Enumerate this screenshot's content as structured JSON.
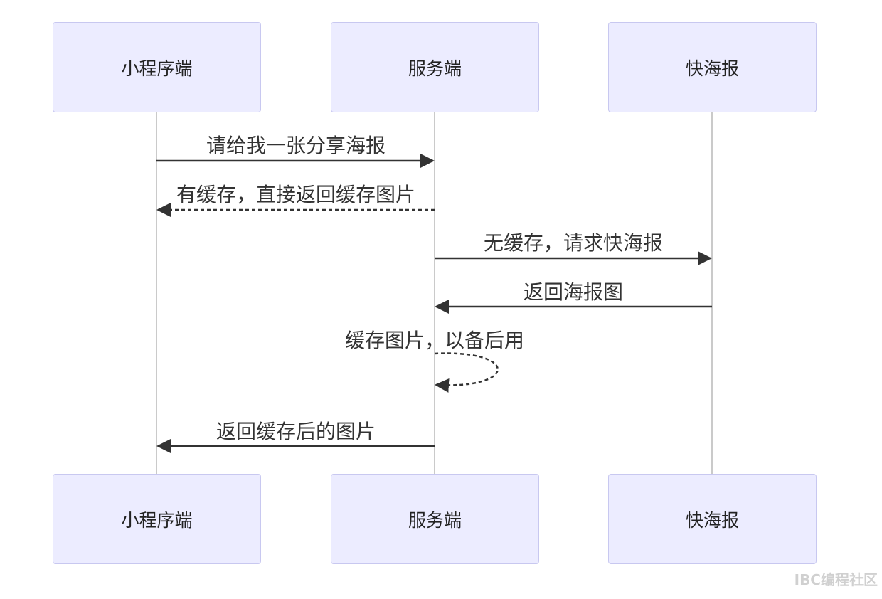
{
  "actors": [
    {
      "id": "miniapp",
      "label": "小程序端"
    },
    {
      "id": "server",
      "label": "服务端"
    },
    {
      "id": "poster",
      "label": "快海报"
    }
  ],
  "messages": [
    {
      "from": "miniapp",
      "to": "server",
      "label": "请给我一张分享海报",
      "style": "solid"
    },
    {
      "from": "server",
      "to": "miniapp",
      "label": "有缓存，直接返回缓存图片",
      "style": "dashed"
    },
    {
      "from": "server",
      "to": "poster",
      "label": "无缓存，请求快海报",
      "style": "solid"
    },
    {
      "from": "poster",
      "to": "server",
      "label": "返回海报图",
      "style": "solid"
    },
    {
      "from": "server",
      "to": "server",
      "label": "缓存图片，以备后用",
      "style": "dashed"
    },
    {
      "from": "server",
      "to": "miniapp",
      "label": "返回缓存后的图片",
      "style": "solid"
    }
  ],
  "watermark": "IBC编程社区",
  "colors": {
    "actor_fill": "#ececff",
    "actor_border": "#c8c8f0",
    "lifeline": "#b8b8b8",
    "arrow": "#333333"
  }
}
